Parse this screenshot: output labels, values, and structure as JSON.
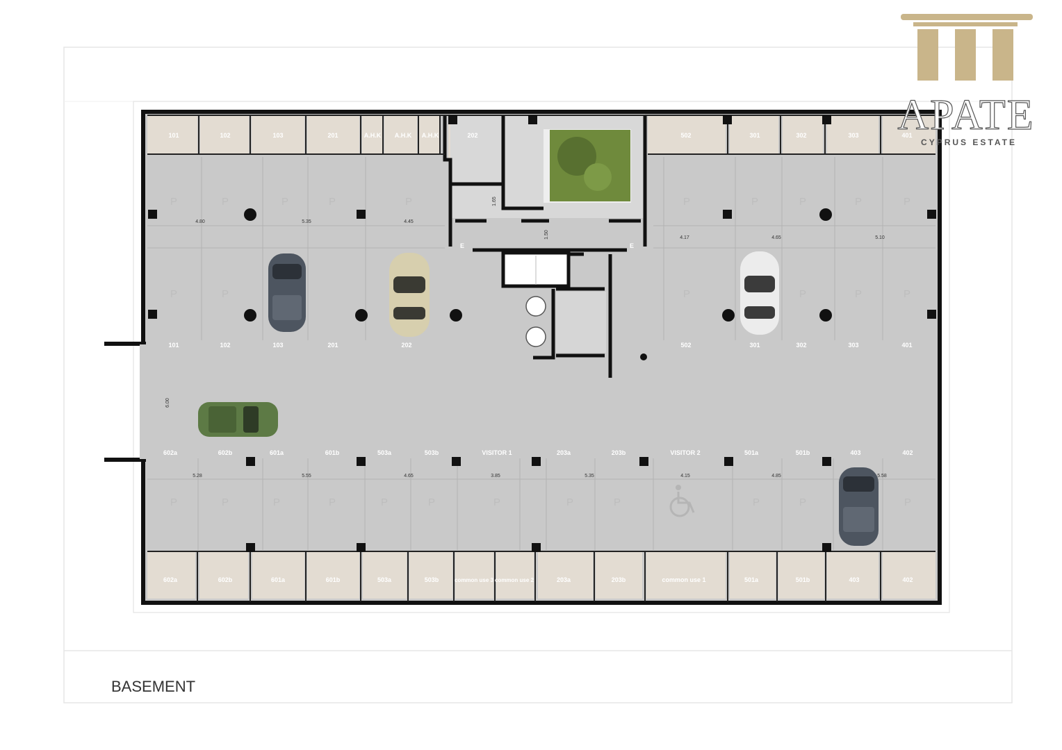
{
  "title": "BASEMENT",
  "brand": {
    "name": "APATE",
    "tagline": "CYPRUS ESTATE"
  },
  "storage_top_left": [
    "101",
    "102",
    "103",
    "201",
    "A.H.K",
    "A.H.K",
    "A.H.K",
    "202"
  ],
  "storage_top_right": [
    "502",
    "301",
    "302",
    "303",
    "401"
  ],
  "upper_dims_left": [
    "4.80",
    "5.35",
    "4.45"
  ],
  "upper_dims_right": [
    "4.17",
    "4.65",
    "5.10"
  ],
  "upper_labels_left": [
    "101",
    "102",
    "103",
    "201",
    "202"
  ],
  "upper_labels_right": [
    "502",
    "301",
    "302",
    "303",
    "401"
  ],
  "mid_dims": [
    "1.65",
    "1.50"
  ],
  "lift_markers": [
    "E",
    "E"
  ],
  "drive_dim": "6.00",
  "lower_labels": [
    "602a",
    "602b",
    "601a",
    "601b",
    "503a",
    "503b",
    "VISITOR 1",
    "203a",
    "203b",
    "VISITOR 2",
    "501a",
    "501b",
    "403",
    "402"
  ],
  "lower_dims": [
    "5.28",
    "5.55",
    "4.65",
    "3.85",
    "5.35",
    "4.15",
    "4.85",
    "5.58"
  ],
  "storage_bottom": [
    "602a",
    "602b",
    "601a",
    "601b",
    "503a",
    "503b",
    "common use 3",
    "common use 2",
    "203a",
    "203b",
    "common use 1",
    "501a",
    "501b",
    "403",
    "402"
  ],
  "parking_mark": "P",
  "colors": {
    "floor": "#c9c9c9",
    "storage": "#e3dcd2",
    "wall": "#111111",
    "green": "#6f8a3c",
    "logo_gold": "#c9b58a"
  }
}
